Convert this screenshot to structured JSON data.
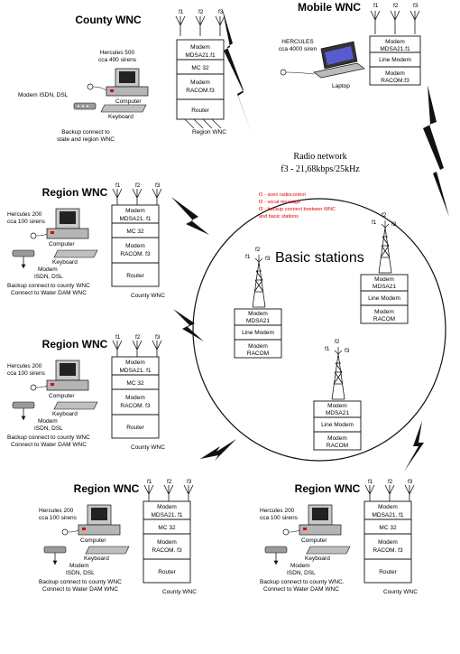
{
  "colors": {
    "line": "#111111",
    "accent_red": "#e00000",
    "equipment_gray": "#9a9a9a"
  },
  "radio_network": {
    "title": "Radio network",
    "subtitle": "f3 - 21,68kbps/25kHz",
    "notes": [
      "f1  - siren radiocontrol",
      "f2  - vocal message",
      "f3  - backup connect beetwen WNC",
      "and basic stations"
    ],
    "basic_stations_label": "Basic stations"
  },
  "county": {
    "title": "County WNC",
    "freqs": [
      "f1",
      "f2",
      "f3"
    ],
    "stack": [
      "Modem",
      "MDSA21.f1",
      "MC 32",
      "Modem",
      "RACOM.f3",
      "Router"
    ],
    "hercules": [
      "Hercules 500",
      "cca 400 sirens"
    ],
    "modem": "Modem ISDN, DSL",
    "computer": "Computer",
    "keyboard": "Keyboard",
    "backup": [
      "Backup connect to",
      "state and region WNC"
    ],
    "region_link": "Region WNC"
  },
  "mobile": {
    "title": "Mobile WNC",
    "freqs": [
      "f1",
      "f2",
      "f3"
    ],
    "hercules": [
      "HERCULES",
      "cca 4000 siren"
    ],
    "laptop": "Laptop",
    "stack": [
      "Modem",
      "MDSA21.f1",
      "Line Modem",
      "Modem",
      "RACOM.f3"
    ]
  },
  "regions": [
    {
      "title": "Region WNC",
      "freqs": [
        "f1",
        "f2",
        "f3"
      ],
      "hercules": [
        "Hercules 200",
        "cca 100 sirens"
      ],
      "stack": [
        "Modem",
        "MDSA21. f1",
        "MC 32",
        "Modem",
        "RACOM. f3",
        "Router"
      ],
      "computer": "Computer",
      "keyboard": "Keyboard",
      "modem": [
        "Modem",
        "ISDN, DSL"
      ],
      "backup": [
        "Backup connect to county WNC",
        "Connect to Water DAM WNC"
      ],
      "county_link": "County  WNC"
    },
    {
      "title": "Region WNC",
      "freqs": [
        "f1",
        "f2",
        "f3"
      ],
      "hercules": [
        "Hercules 200",
        "cca 100 sirens"
      ],
      "stack": [
        "Modem",
        "MDSA21. f1",
        "MC 32",
        "Modem",
        "RACOM. f3",
        "Router"
      ],
      "computer": "Computer",
      "keyboard": "Keyboard",
      "modem": [
        "Modem",
        "ISDN, DSL"
      ],
      "backup": [
        "Backup connect to county WNC",
        "Connect to Water DAM WNC"
      ],
      "county_link": "County  WNC"
    },
    {
      "title": "Region WNC",
      "freqs": [
        "f1",
        "f2",
        "f3"
      ],
      "hercules": [
        "Hercules 200",
        "cca 100 sirens"
      ],
      "stack": [
        "Modem",
        "MDSA21. f1",
        "MC 32",
        "Modem",
        "RACOM. f3",
        "Router"
      ],
      "computer": "Computer",
      "keyboard": "Keyboard",
      "modem": [
        "Modem",
        "ISDN, DSL"
      ],
      "backup": [
        "Backup connect to county WNC",
        "Connect to Water DAM WNC"
      ],
      "county_link": "County  WNC"
    },
    {
      "title": "Region WNC",
      "freqs": [
        "f1",
        "f2",
        "f3"
      ],
      "hercules": [
        "Hercules 200",
        "cca 100 sirens"
      ],
      "stack": [
        "Modem",
        "MDSA21. f1",
        "MC 32",
        "Modem",
        "RACOM. f3",
        "Router"
      ],
      "computer": "Computer",
      "keyboard": "Keyboard",
      "modem": [
        "Modem",
        "ISDN, DSL"
      ],
      "backup": [
        "Backup connect to county WNC.",
        "Connect to Water DAM WNC"
      ],
      "county_link": "County  WNC"
    }
  ],
  "stations": [
    {
      "freqs": [
        "f1",
        "f2",
        "f3"
      ],
      "stack": [
        "Modem",
        "MDSA21",
        "Line Modem",
        "Modem",
        "RACOM"
      ]
    },
    {
      "freqs": [
        "f1",
        "f2",
        "f3"
      ],
      "stack": [
        "Modem",
        "MDSA21",
        "Line Modem",
        "Modem",
        "RACOM"
      ]
    },
    {
      "freqs": [
        "f1",
        "f2",
        "f3"
      ],
      "stack": [
        "Modem",
        "MDSA21",
        "Line Modem",
        "Modem",
        "RACOM"
      ]
    }
  ]
}
